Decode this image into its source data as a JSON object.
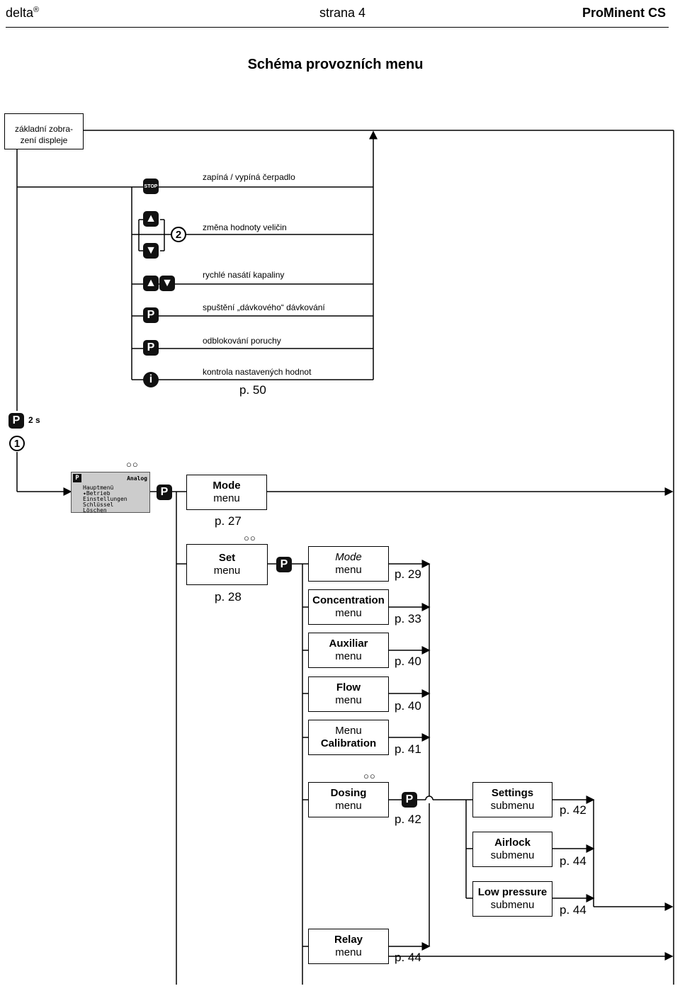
{
  "header": {
    "brand": "delta",
    "registered": "®",
    "page": "strana 4",
    "company": "ProMinent CS"
  },
  "title": "Schéma provozních menu",
  "base_display": {
    "line1": "základní zobra-",
    "line2": "zení displeje"
  },
  "key_functions": [
    {
      "label": "zapíná / vypíná čerpadlo",
      "key_icon": "stop-start-key"
    },
    {
      "label": "změna hodnoty veličin",
      "key_icon": "up-down-keys",
      "note_marker": "2"
    },
    {
      "label": "rychlé nasátí kapaliny",
      "key_icon": "up-and-down-keys"
    },
    {
      "label": "spuštění „dávkového“ dávkování",
      "key_icon": "p-key"
    },
    {
      "label": "odblokování poruchy",
      "key_icon": "p-key"
    },
    {
      "label": "kontrola nastavených hodnot",
      "key_icon": "info-key"
    }
  ],
  "check_page_ref": "p. 50",
  "hold": {
    "key": "P",
    "duration": "2 s",
    "marker": "1"
  },
  "lcd": {
    "title": "Analog",
    "lines": [
      "Hauptmenü",
      "✦Betrieb",
      "Einstellungen",
      "Schlüssel",
      "Löschen"
    ]
  },
  "menus": {
    "mode": {
      "line1": "Mode",
      "line2": "menu",
      "ref": "p. 27"
    },
    "set": {
      "line1": "Set",
      "line2": "menu",
      "ref": "p. 28"
    }
  },
  "set_submenus": [
    {
      "line1": "Mode",
      "line2": "menu",
      "ref": "p. 29"
    },
    {
      "line1": "Concentration",
      "line2": "menu",
      "ref": "p. 33"
    },
    {
      "line1": "Auxiliar",
      "line2": "menu",
      "ref": "p. 40"
    },
    {
      "line1": "Flow",
      "line2": "menu",
      "ref": "p. 40"
    },
    {
      "line1": "Menu",
      "line2": "Calibration",
      "ref": "p. 41"
    },
    {
      "line1": "Dosing",
      "line2": "menu",
      "ref": "p. 42"
    },
    {
      "line1": "Relay",
      "line2": "menu",
      "ref": "p. 44"
    }
  ],
  "dosing_submenus": [
    {
      "line1": "Settings",
      "line2": "submenu",
      "ref": "p. 42"
    },
    {
      "line1": "Airlock",
      "line2": "submenu",
      "ref": "p. 44"
    },
    {
      "line1": "Low pressure",
      "line2": "submenu",
      "ref": "p. 44"
    }
  ],
  "key_glyphs": {
    "p": "P",
    "info": "i",
    "stop": "STOP",
    "updown_pair": "○○"
  }
}
